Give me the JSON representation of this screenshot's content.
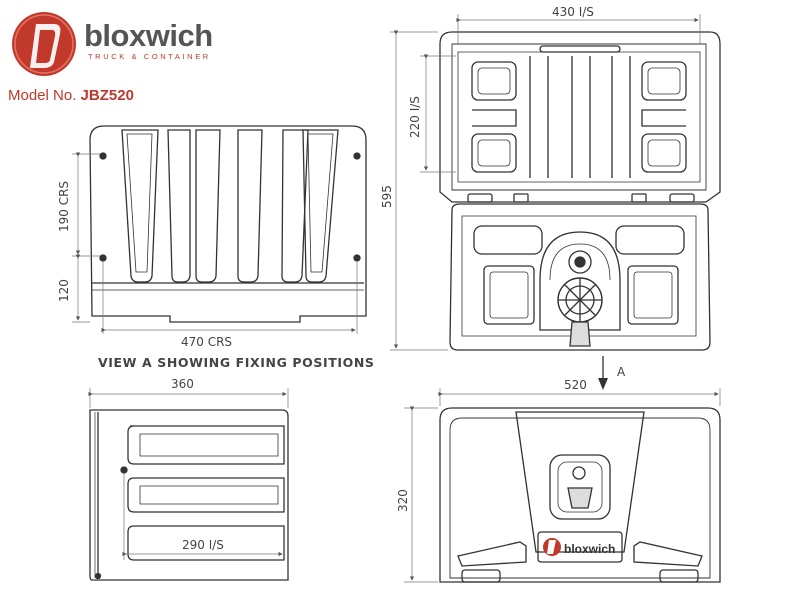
{
  "brand": {
    "name": "bloxwich",
    "tagline": "TRUCK & CONTAINER",
    "badge_name": "bloxwich",
    "accent_color": "#c0392b"
  },
  "model": {
    "label": "Model No.",
    "number": "JBZ520"
  },
  "views": {
    "front_caption": "VIEW A SHOWING FIXING POSITIONS",
    "arrow_label": "A"
  },
  "dimensions": {
    "top_width": "430 I/S",
    "top_lid_height": "220 I/S",
    "overall_height": "595",
    "fixing_vertical": "190 CRS",
    "fixing_bottom": "120",
    "fixing_horizontal": "470 CRS",
    "side_width": "360",
    "side_inner": "290 I/S",
    "front_width": "520",
    "front_height": "320"
  }
}
